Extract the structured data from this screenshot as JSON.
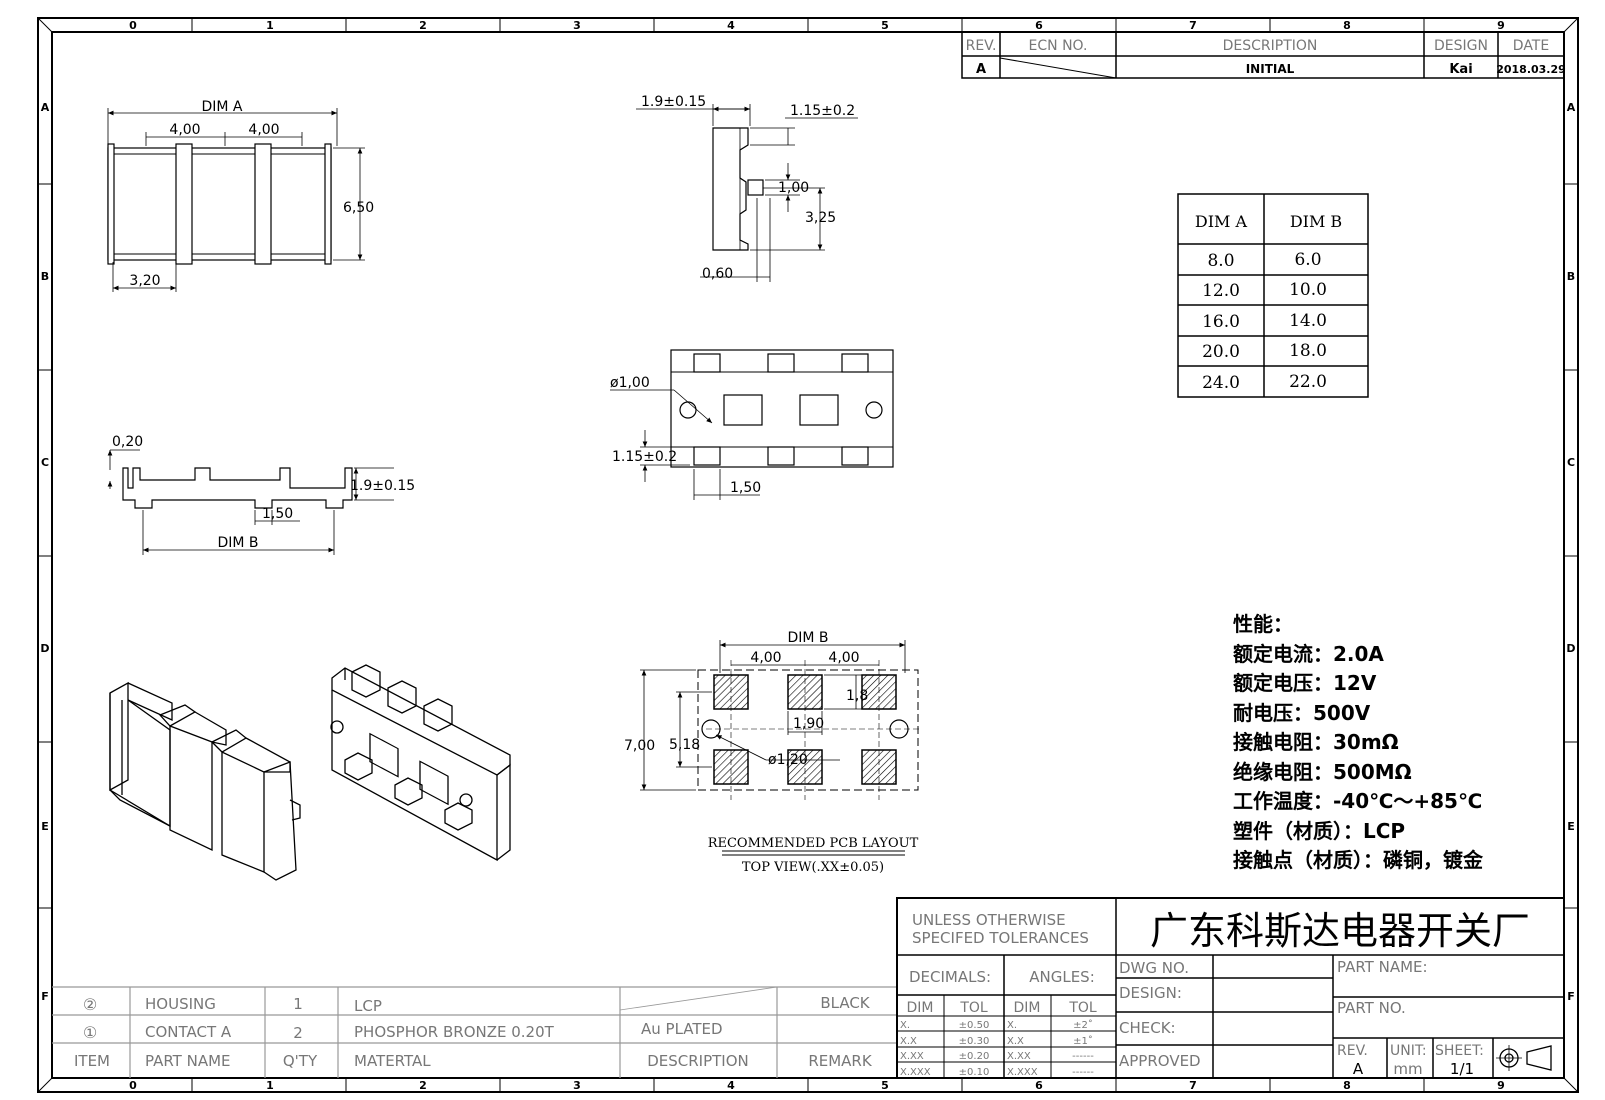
{
  "border": {
    "zones_x": [
      "0",
      "1",
      "2",
      "3",
      "4",
      "5",
      "6",
      "7",
      "8",
      "9"
    ],
    "zones_y": [
      "A",
      "B",
      "C",
      "D",
      "E",
      "F"
    ]
  },
  "revision_block": {
    "headers": {
      "rev": "REV.",
      "ecn": "ECN NO.",
      "description": "DESCRIPTION",
      "design": "DESIGN",
      "date": "DATE"
    },
    "row": {
      "rev": "A",
      "description": "INITIAL",
      "design": "Kai",
      "date": "2018.03.29"
    }
  },
  "views": {
    "top": {
      "dim_a": "DIM A",
      "d1": "4,00",
      "d2": "4,00",
      "height": "6,50",
      "pitch": "3,20"
    },
    "side": {
      "d_top": "1.9±0.15",
      "d_right": "1.15±0.2",
      "d_pin": "1,00",
      "d_h": "3,25",
      "d_base": "0,60"
    },
    "front": {
      "d_thk": "0,20",
      "d_height": "1.9±0.15",
      "d_pad": "1,50",
      "dim_b": "DIM B"
    },
    "bottom": {
      "d_hole": "ø1,00",
      "d_pad": "1.15±0.2",
      "d_w": "1,50"
    },
    "pcb": {
      "dim_b": "DIM B",
      "p1": "4,00",
      "p2": "4,00",
      "h_total": "7,00",
      "h_inner": "5,18",
      "pad_h": "1,8",
      "pad_w": "1,90",
      "hole": "ø1,20",
      "title": "RECOMMENDED PCB LAYOUT",
      "subtitle": "TOP VIEW(.XX±0.05)"
    }
  },
  "dim_table": {
    "headers": [
      "DIM A",
      "DIM B"
    ],
    "rows": [
      [
        "8.0",
        "6.0"
      ],
      [
        "12.0",
        "10.0"
      ],
      [
        "16.0",
        "14.0"
      ],
      [
        "20.0",
        "18.0"
      ],
      [
        "24.0",
        "22.0"
      ]
    ]
  },
  "specs": {
    "title": "性能：",
    "lines": [
      "额定电流：2.0A",
      "额定电压：12V",
      "耐电压：500V",
      "接触电阻：30mΩ",
      "绝缘电阻：500MΩ",
      "工作温度：-40℃～+85℃",
      "塑件（材质）：LCP",
      "接触点（材质）：磷铜，镀金"
    ]
  },
  "bom": {
    "rows": [
      {
        "item": "②",
        "part": "HOUSING",
        "qty": "1",
        "material": "LCP",
        "description": "",
        "remark": "BLACK"
      },
      {
        "item": "①",
        "part": "CONTACT A",
        "qty": "2",
        "material": "PHOSPHOR BRONZE 0.20T",
        "description": "Au PLATED",
        "remark": ""
      }
    ],
    "headers": {
      "item": "ITEM",
      "part": "PART NAME",
      "qty": "Q'TY",
      "material": "MATERTAL",
      "description": "DESCRIPTION",
      "remark": "REMARK"
    }
  },
  "title_block": {
    "tolerances_l1": "UNLESS OTHERWISE",
    "tolerances_l2": "SPECIFED TOLERANCES",
    "company": "广东科斯达电器开关厂",
    "decimals": "DECIMALS:",
    "angles": "ANGLES:",
    "dim": "DIM",
    "tol": "TOL",
    "dec_rows": [
      [
        "X.",
        "±0.50"
      ],
      [
        "X.X",
        "±0.30"
      ],
      [
        "X.XX",
        "±0.20"
      ],
      [
        "X.XXX",
        "±0.10"
      ]
    ],
    "ang_rows": [
      [
        "X.",
        "±2˚"
      ],
      [
        "X.X",
        "±1˚"
      ],
      [
        "X.XX",
        "------"
      ],
      [
        "X.XXX",
        "------"
      ]
    ],
    "dwg_no": "DWG NO.",
    "design": "DESIGN:",
    "check": "CHECK:",
    "approved": "APPROVED",
    "part_name": "PART NAME:",
    "part_no": "PART NO.",
    "rev_label": "REV.",
    "rev_value": "A",
    "unit_label": "UNIT:",
    "unit_value": "mm",
    "sheet_label": "SHEET:",
    "sheet_value": "1/1"
  }
}
